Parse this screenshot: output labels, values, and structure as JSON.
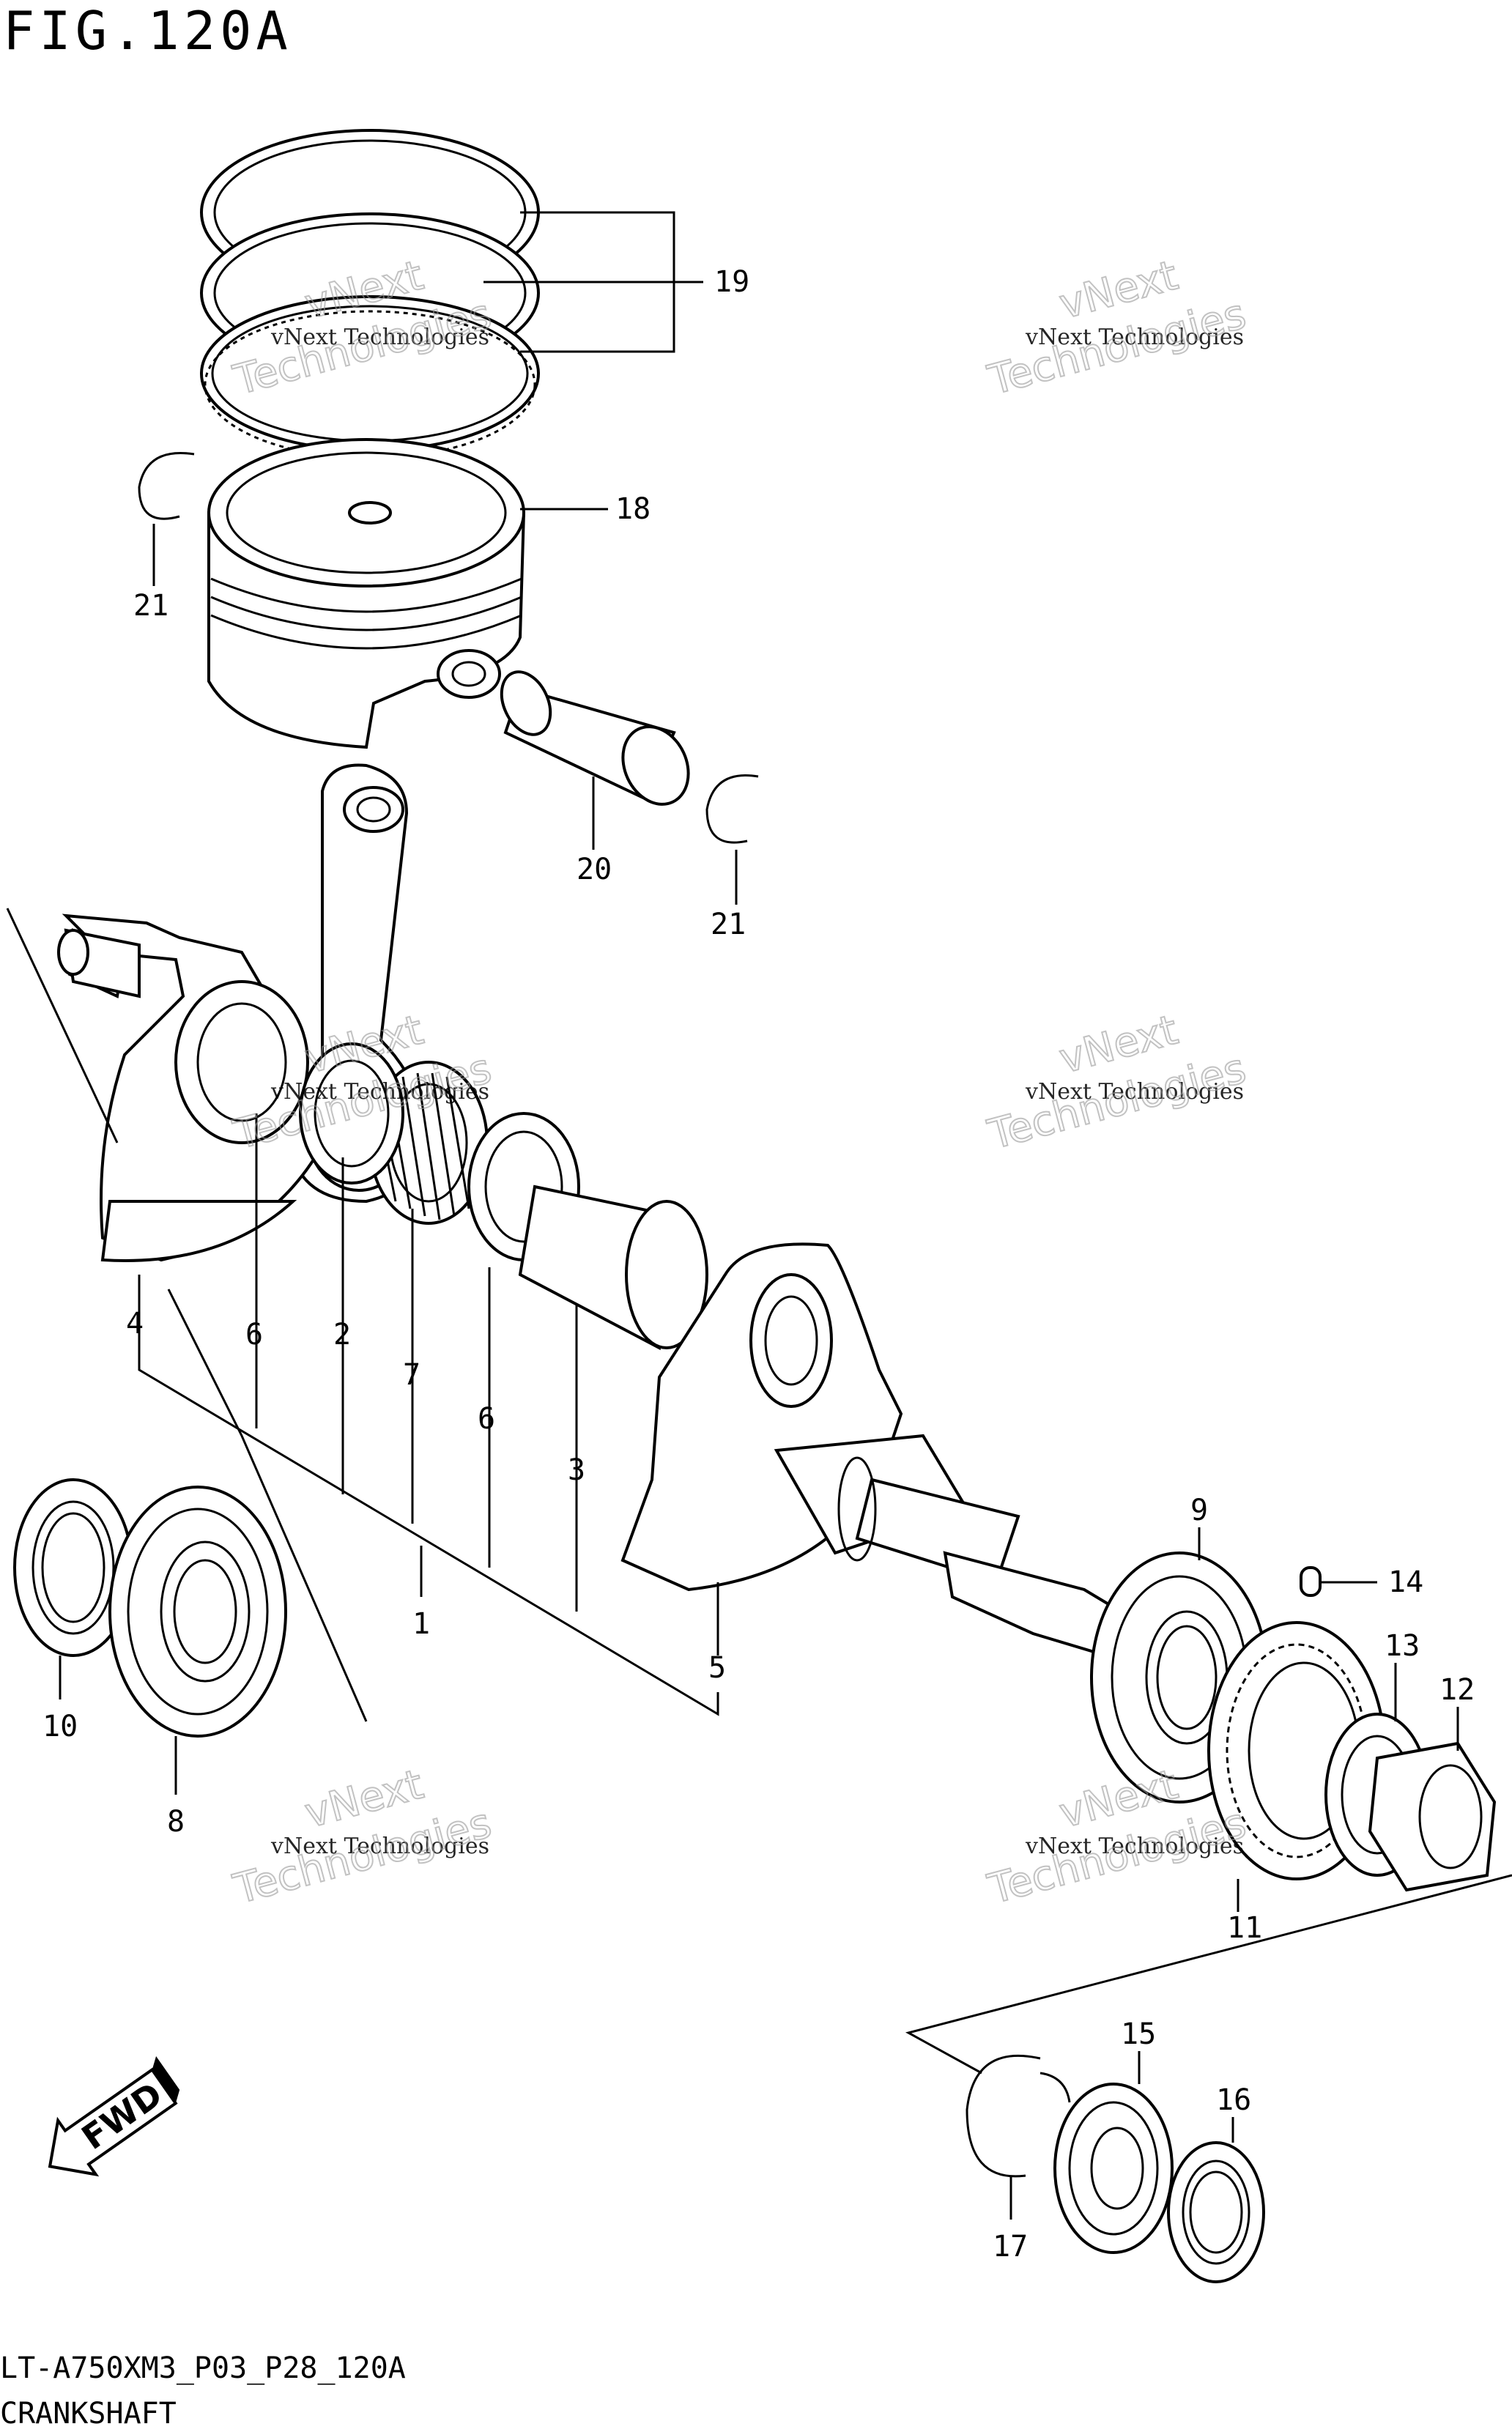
{
  "figure": {
    "title": "FIG.120A",
    "model_code": "LT-A750XM3_P03_P28_120A",
    "section": "CRANKSHAFT"
  },
  "watermark": {
    "line1": "vNext Technologies",
    "line2": "vNext",
    "line3": "Technologies"
  },
  "fwd_label": "FWD",
  "callouts": {
    "c1": "1",
    "c2": "2",
    "c3": "3",
    "c4": "4",
    "c5": "5",
    "c6a": "6",
    "c6b": "6",
    "c7": "7",
    "c8": "8",
    "c9": "9",
    "c10": "10",
    "c11": "11",
    "c12": "12",
    "c13": "13",
    "c14": "14",
    "c15": "15",
    "c16": "16",
    "c17": "17",
    "c18": "18",
    "c19": "19",
    "c20": "20",
    "c21a": "21",
    "c21b": "21"
  },
  "icons": [
    "piston-rings-icon",
    "piston-icon",
    "circlip-icon",
    "piston-pin-icon",
    "connecting-rod-icon",
    "crankshaft-icon",
    "bearing-icon",
    "oil-seal-icon",
    "gear-icon",
    "nut-icon",
    "key-icon",
    "washer-icon",
    "fwd-arrow-icon"
  ]
}
